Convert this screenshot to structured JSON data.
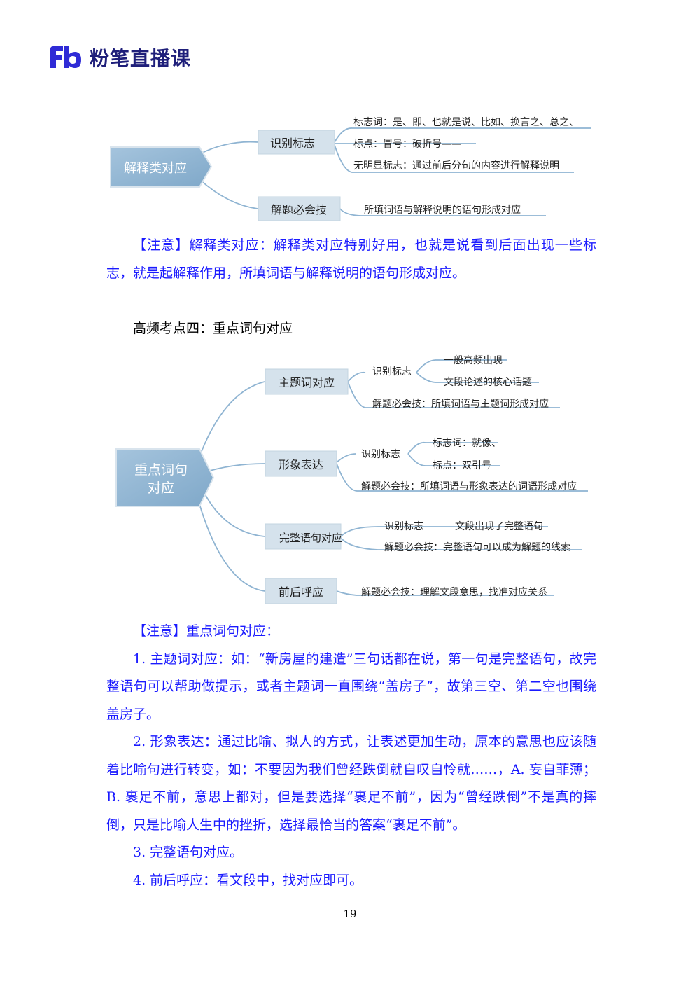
{
  "header": {
    "logo_text": "粉笔直播课",
    "logo_icon": "fb-logo-icon"
  },
  "mindmap1": {
    "root": "解释类对应",
    "branch1": {
      "label": "识别标志",
      "leaves": [
        "标志词：是、即、也就是说、比如、换言之、总之、",
        "标点：冒号：破折号——",
        "无明显标志：通过前后分句的内容进行解释说明"
      ]
    },
    "branch2": {
      "label": "解题必会技",
      "leaf": "所填词语与解释说明的语句形成对应"
    }
  },
  "note1": {
    "text": "【注意】解释类对应：解释类对应特别好用，也就是说看到后面出现一些标志，就是起解释作用，所填词语与解释说明的语句形成对应。"
  },
  "section4": {
    "title": "高频考点四：重点词句对应"
  },
  "mindmap2": {
    "root_line1": "重点词句",
    "root_line2": "对应",
    "b1": {
      "label": "主题词对应",
      "sub": "识别标志",
      "leaf1": "一般高频出现",
      "leaf2": "文段论述的核心话题",
      "skill": "解题必会技：所填词语与主题词形成对应"
    },
    "b2": {
      "label": "形象表达",
      "sub": "识别标志",
      "leaf1": "标志词：就像、",
      "leaf2": "标点：双引号",
      "skill": "解题必会技：所填词语与形象表达的词语形成对应"
    },
    "b3": {
      "label": "完整语句对应",
      "sub": "识别标志",
      "leaf1": "文段出现了完整语句",
      "skill": "解题必会技：完整语句可以成为解题的线索"
    },
    "b4": {
      "label": "前后呼应",
      "skill": "解题必会技：理解文段意思，找准对应关系"
    }
  },
  "note2": {
    "title": "【注意】重点词句对应：",
    "items": [
      "1. 主题词对应：如：“新房屋的建造”三句话都在说，第一句是完整语句，故完整语句可以帮助做提示，或者主题词一直围绕“盖房子”，故第三空、第二空也围绕盖房子。",
      "2. 形象表达：通过比喻、拟人的方式，让表述更加生动，原本的意思也应该随着比喻句进行转变，如：不要因为我们曾经跌倒就自叹自怜就……，A. 妄自菲薄；B. 裹足不前，意思上都对，但是要选择“裹足不前”，因为“曾经跌倒”不是真的摔倒，只是比喻人生中的挫折，选择最恰当的答案“裹足不前”。",
      "3. 完整语句对应。",
      "4. 前后呼应：看文段中，找对应即可。"
    ]
  },
  "footer": {
    "page_number": "19"
  },
  "colors": {
    "note_text": "#1a1aff",
    "node_fill": "#d5e2ec",
    "root_fill": "#8fb4d2",
    "connector": "#8fb4d2",
    "logo": "#1f1f7a"
  }
}
